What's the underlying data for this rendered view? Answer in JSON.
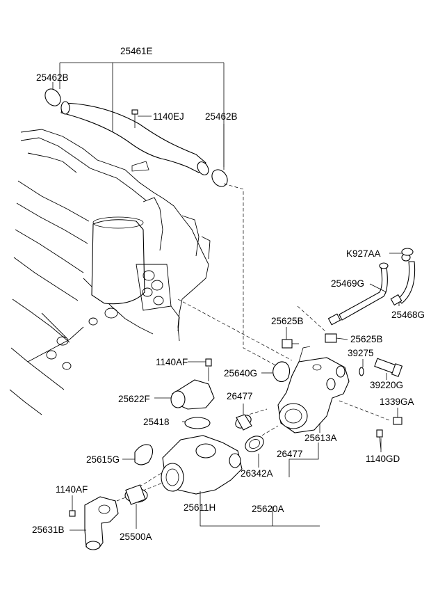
{
  "labels": {
    "l_25461E": "25461E",
    "l_25462B_a": "25462B",
    "l_1140EJ": "1140EJ",
    "l_25462B_b": "25462B",
    "l_K927AA": "K927AA",
    "l_25469G": "25469G",
    "l_25468G": "25468G",
    "l_25625B_a": "25625B",
    "l_25625B_b": "25625B",
    "l_39275": "39275",
    "l_1140AF_a": "1140AF",
    "l_25640G": "25640G",
    "l_39220G": "39220G",
    "l_26477_a": "26477",
    "l_25622F": "25622F",
    "l_1339GA": "1339GA",
    "l_25418": "25418",
    "l_25613A": "25613A",
    "l_1140GD": "1140GD",
    "l_25615G": "25615G",
    "l_26477_b": "26477",
    "l_26342A": "26342A",
    "l_1140AF_b": "1140AF",
    "l_25611H": "25611H",
    "l_25620A": "25620A",
    "l_25631B": "25631B",
    "l_25500A": "25500A"
  }
}
